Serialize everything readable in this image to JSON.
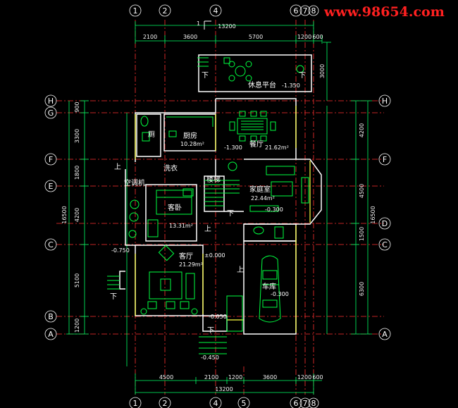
{
  "watermark": "www.98654.com",
  "colors": {
    "background": "#000000",
    "wall": "#ffffff",
    "structure": "#ffff40",
    "furniture": "#00ff40",
    "axis": "#ff3030",
    "dimension": "#00ff66",
    "watermark": "#ff2020"
  },
  "axes": {
    "top": [
      "1",
      "2",
      "4",
      "6",
      "7",
      "8"
    ],
    "bottom": [
      "1",
      "2",
      "4",
      "5",
      "6",
      "7",
      "8"
    ],
    "left": [
      "H",
      "G",
      "F",
      "E",
      "C",
      "B",
      "A"
    ],
    "right": [
      "H",
      "F",
      "D",
      "C",
      "A"
    ]
  },
  "dimensions": {
    "top_total": "13200",
    "top": [
      "2100",
      "3600",
      "5700",
      "1200",
      "600"
    ],
    "bottom": [
      "4500",
      "2100",
      "1200",
      "3600",
      "1200",
      "600"
    ],
    "bottom_total": "13200",
    "left": [
      "900",
      "3300",
      "1800",
      "4200",
      "5100",
      "1200"
    ],
    "left_total": "16500",
    "right": [
      "3000",
      "4200",
      "4500",
      "1500",
      "6300"
    ],
    "right_total": "16500"
  },
  "marks": {
    "section": "1",
    "up": "上",
    "down": "下"
  },
  "rooms": {
    "terrace": {
      "name": "休息平台",
      "level": "-1.350"
    },
    "kitchen": {
      "name": "厨房",
      "area": "10.28m²"
    },
    "toilet": {
      "name": "厕"
    },
    "dining": {
      "name": "餐厅",
      "area": "21.62m²",
      "level": "-1.300"
    },
    "laundry": {
      "name": "洗衣"
    },
    "ac": {
      "name": "空调机"
    },
    "stair": {
      "name": "楼梯"
    },
    "family": {
      "name": "家庭室",
      "area": "22.44m²",
      "level": "-0.300"
    },
    "guest_bed": {
      "name": "客卧",
      "area": "13.31m²"
    },
    "living": {
      "name": "客厅",
      "area": "21.29m²",
      "level": "±0.000"
    },
    "garage": {
      "name": "车库",
      "level": "-0.300"
    },
    "porch": {
      "name": "",
      "level": "-0.050"
    },
    "entry": {
      "level": "-0.450"
    },
    "west": {
      "level": "-0.750"
    }
  }
}
